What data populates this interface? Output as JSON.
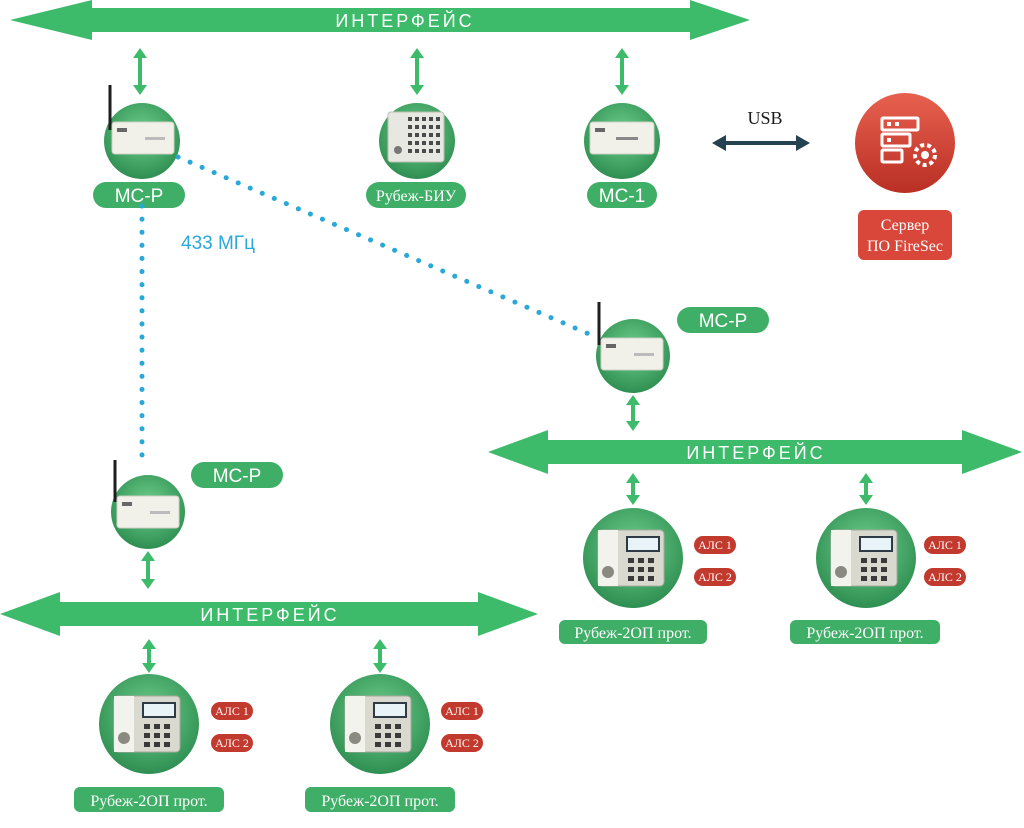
{
  "colors": {
    "bus": "#3dbb6a",
    "device_circle": "#46b16a",
    "device_circle_dark": "#2f8f52",
    "label_pill": "#3fae66",
    "als_badge": "#c23a2e",
    "als_line": "#3a8fd0",
    "radio_link": "#2aa8d8",
    "usb_arrow": "#23414f",
    "server": "#d9473a"
  },
  "buses": {
    "top": "ИНТЕРФЕЙС",
    "right": "ИНТЕРФЕЙС",
    "left": "ИНТЕРФЕЙС"
  },
  "devices": {
    "ms_r_top": "МС-Р",
    "rubezh_biu": "Рубеж-БИУ",
    "ms_1": "МС-1",
    "ms_r_right": "МС-Р",
    "ms_r_left": "МС-Р"
  },
  "links": {
    "usb": "USB",
    "radio_frequency": "433 МГц"
  },
  "server": {
    "line1": "Сервер",
    "line2": "ПО FireSec",
    "icon": "server-gear-icon"
  },
  "panels": [
    {
      "label": "Рубеж-2ОП прот.",
      "als": [
        "АЛС 1",
        "АЛС 2"
      ]
    },
    {
      "label": "Рубеж-2ОП прот.",
      "als": [
        "АЛС 1",
        "АЛС 2"
      ]
    },
    {
      "label": "Рубеж-2ОП прот.",
      "als": [
        "АЛС 1",
        "АЛС 2"
      ]
    },
    {
      "label": "Рубеж-2ОП прот.",
      "als": [
        "АЛС 1",
        "АЛС 2"
      ]
    }
  ]
}
